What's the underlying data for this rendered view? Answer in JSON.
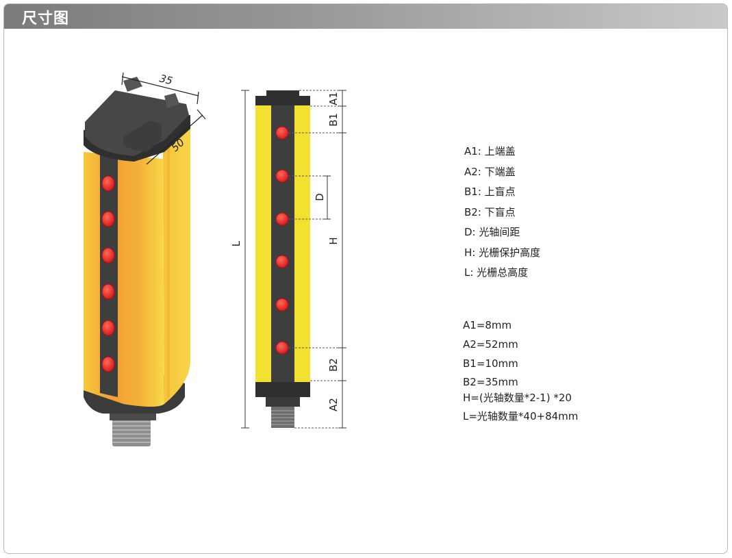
{
  "header": {
    "title": "尺寸图"
  },
  "iso_view": {
    "width_label": "35",
    "depth_label": "50"
  },
  "front_view": {
    "labels": {
      "A1": "A1",
      "B1": "B1",
      "D": "D",
      "H": "H",
      "L": "L",
      "B2": "B2",
      "A2": "A2"
    }
  },
  "legend": [
    "A1: 上端盖",
    "A2: 下端盖",
    "B1: 上盲点",
    "B2: 下盲点",
    "D: 光轴间距",
    "H: 光栅保护高度",
    "L: 光栅总高度"
  ],
  "formulas": [
    "A1=8mm",
    "A2=52mm",
    "B1=10mm",
    "B2=35mm",
    "H=(光轴数量*2-1) *20",
    "L=光轴数量*40+84mm"
  ],
  "colors": {
    "header_bg": "#8c8c8c",
    "body_yellow": "#f2e131",
    "body_orange": "#f0a838",
    "lens_red": "#e4211e",
    "cap_dark": "#3a3a3a"
  }
}
